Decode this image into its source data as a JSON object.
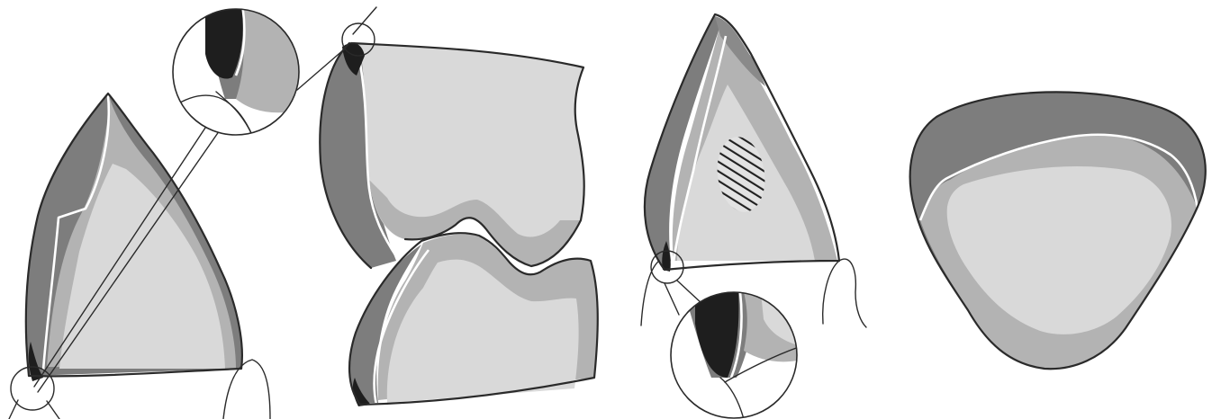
{
  "figure": {
    "panels": [
      {
        "id": "incisor-proximal-section",
        "has_magnifier": true
      },
      {
        "id": "molar-pair-section",
        "has_magnifier": true
      },
      {
        "id": "premolar-section-with-lesion",
        "has_magnifier": true
      },
      {
        "id": "tooth-cross-section",
        "has_magnifier": false
      }
    ],
    "colors": {
      "background": "#ffffff",
      "outer_layer": "#7d7d7d",
      "middle_layer": "#b3b3b3",
      "inner_region": "#d9d9d9",
      "dark_spot": "#1e1e1e",
      "outline": "#2a2a2a",
      "boundary_line": "#ffffff"
    }
  }
}
